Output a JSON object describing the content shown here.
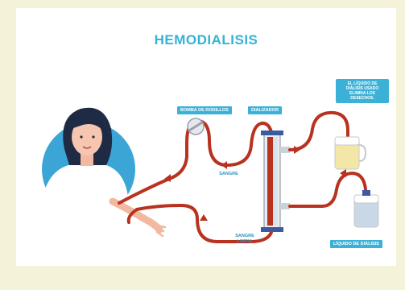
{
  "title": "HEMODIALISIS",
  "labels": {
    "pump": "BOMBA DE RODILLOS",
    "dialyzer": "DIALIZADOR",
    "blood": "SANGRE",
    "clean_blood_line1": "SANGRE",
    "clean_blood_line2": "LIMPIA",
    "used_fluid_line1": "EL LÍQUIDO DE",
    "used_fluid_line2": "DIÁLISIS USADO",
    "used_fluid_line3": "ELIMINA LOS",
    "used_fluid_line4": "DESECHOS.",
    "dialysis_fluid": "LÍQUIDO DE DIÁLISIS"
  },
  "icons": {
    "patient": "woman-patient-illustration",
    "pump": "roller-pump-icon",
    "dialyzer": "dialyzer-filter-icon",
    "used_jug": "used-fluid-jug-icon",
    "fresh_jug": "fresh-fluid-jug-icon"
  },
  "colors": {
    "background": "#f4f3d9",
    "accent": "#34b3d6",
    "blood_line": "#b8321f",
    "patient_circle": "#3ba6d6",
    "used_fluid": "#f3e7a8",
    "fresh_fluid": "#c9d7e6"
  }
}
